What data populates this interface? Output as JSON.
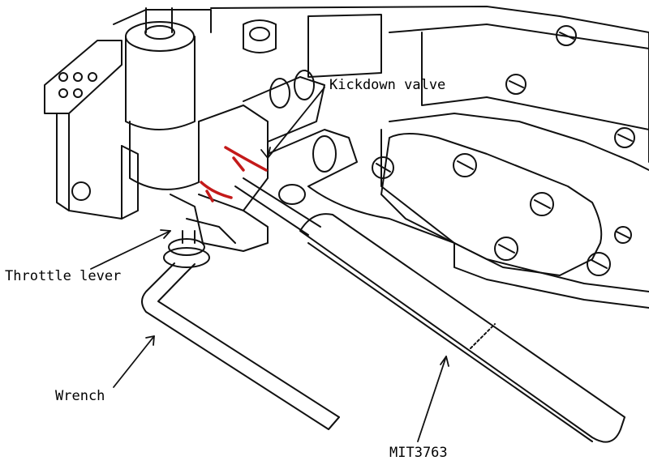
{
  "figure": {
    "labels": {
      "kickdown_valve": "Kickdown valve",
      "throttle_lever": "Throttle lever",
      "wrench": "Wrench",
      "special_tool": "MIT3763"
    },
    "colors": {
      "ink": "#111111",
      "paper": "#ffffff",
      "mark": "#c41a1a"
    }
  }
}
